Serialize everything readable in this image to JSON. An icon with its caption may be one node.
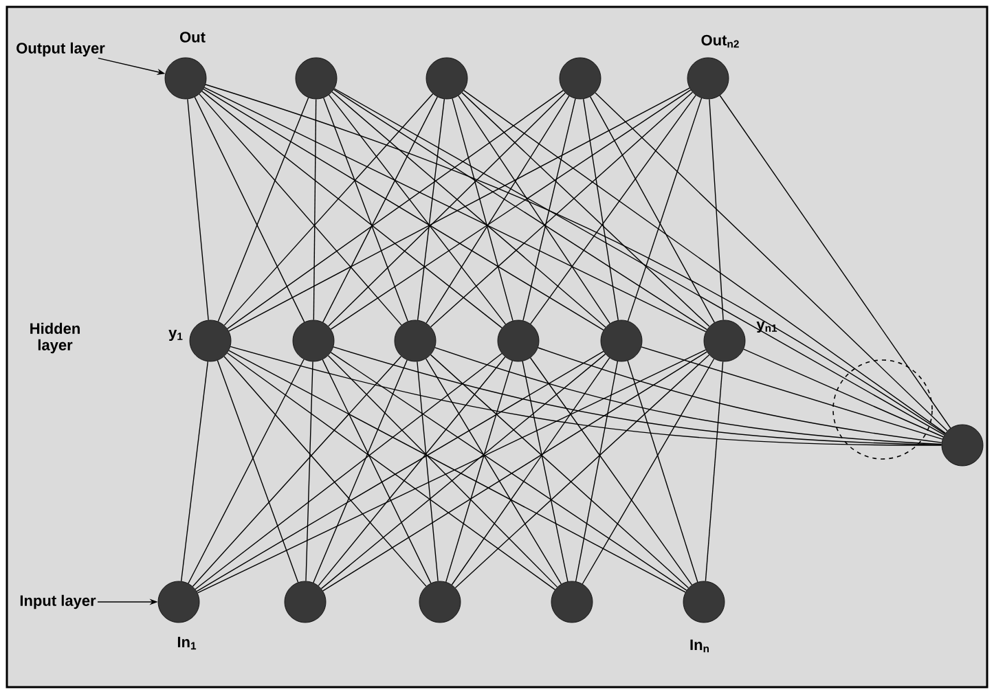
{
  "diagram": {
    "nodes": [
      {
        "text": [
          "Output layer"
        ]
      },
      {
        "text": [],
        "shape": "circle",
        "beside": [
          "Out"
        ]
      },
      {
        "text": [],
        "shape": "circle"
      },
      {
        "text": [],
        "shape": "circle"
      },
      {
        "text": [],
        "shape": "circle"
      },
      {
        "text": [],
        "shape": "circle",
        "beside": [
          "Out$_{n2}$"
        ]
      },
      {
        "text": [],
        "shape": "circle",
        "beside": [
          "y$_{1}$"
        ]
      },
      {
        "text": [],
        "shape": "circle"
      },
      {
        "text": [],
        "shape": "circle"
      },
      {
        "text": [],
        "shape": "circle"
      },
      {
        "text": [],
        "shape": "circle"
      },
      {
        "text": [],
        "shape": "circle",
        "beside": [
          "y$_{n1}$"
        ]
      },
      {
        "text": [
          "Input layer"
        ]
      },
      {
        "text": [],
        "shape": "circle",
        "beside": [
          "In$_{1}$"
        ]
      },
      {
        "text": [],
        "shape": "circle"
      },
      {
        "text": [],
        "shape": "circle"
      },
      {
        "text": [],
        "shape": "circle"
      },
      {
        "text": [],
        "shape": "circle",
        "beside": [
          "In$_{n}$"
        ]
      },
      {
        "text": [],
        "shape": "circle"
      }
    ],
    "edges": [
      {
        "from": 0,
        "to": 1,
        "arrow": "to"
      },
      {
        "from": 12,
        "to": 13,
        "arrow": "to"
      },
      {
        "from": 13,
        "to": 6,
        "arrow": "none"
      },
      {
        "from": 13,
        "to": 7,
        "arrow": "none"
      },
      {
        "from": 13,
        "to": 8,
        "arrow": "none"
      },
      {
        "from": 13,
        "to": 9,
        "arrow": "none"
      },
      {
        "from": 13,
        "to": 10,
        "arrow": "none"
      },
      {
        "from": 13,
        "to": 11,
        "arrow": "none"
      },
      {
        "from": 14,
        "to": 6,
        "arrow": "none"
      },
      {
        "from": 14,
        "to": 7,
        "arrow": "none"
      },
      {
        "from": 14,
        "to": 8,
        "arrow": "none"
      },
      {
        "from": 14,
        "to": 9,
        "arrow": "none"
      },
      {
        "from": 14,
        "to": 10,
        "arrow": "none"
      },
      {
        "from": 14,
        "to": 11,
        "arrow": "none"
      },
      {
        "from": 15,
        "to": 6,
        "arrow": "none"
      },
      {
        "from": 15,
        "to": 7,
        "arrow": "none"
      },
      {
        "from": 15,
        "to": 8,
        "arrow": "none"
      },
      {
        "from": 15,
        "to": 9,
        "arrow": "none"
      },
      {
        "from": 15,
        "to": 10,
        "arrow": "none"
      },
      {
        "from": 15,
        "to": 11,
        "arrow": "none"
      },
      {
        "from": 16,
        "to": 6,
        "arrow": "none"
      },
      {
        "from": 16,
        "to": 7,
        "arrow": "none"
      },
      {
        "from": 16,
        "to": 8,
        "arrow": "none"
      },
      {
        "from": 16,
        "to": 9,
        "arrow": "none"
      },
      {
        "from": 16,
        "to": 10,
        "arrow": "none"
      },
      {
        "from": 16,
        "to": 11,
        "arrow": "none"
      },
      {
        "from": 17,
        "to": 6,
        "arrow": "none"
      },
      {
        "from": 17,
        "to": 7,
        "arrow": "none"
      },
      {
        "from": 17,
        "to": 8,
        "arrow": "none"
      },
      {
        "from": 17,
        "to": 9,
        "arrow": "none"
      },
      {
        "from": 17,
        "to": 10,
        "arrow": "none"
      },
      {
        "from": 17,
        "to": 11,
        "arrow": "none"
      },
      {
        "from": 6,
        "to": 1,
        "arrow": "none"
      },
      {
        "from": 6,
        "to": 2,
        "arrow": "none"
      },
      {
        "from": 6,
        "to": 3,
        "arrow": "none"
      },
      {
        "from": 6,
        "to": 4,
        "arrow": "none"
      },
      {
        "from": 6,
        "to": 5,
        "arrow": "none"
      },
      {
        "from": 7,
        "to": 1,
        "arrow": "none"
      },
      {
        "from": 7,
        "to": 2,
        "arrow": "none"
      },
      {
        "from": 7,
        "to": 3,
        "arrow": "none"
      },
      {
        "from": 7,
        "to": 4,
        "arrow": "none"
      },
      {
        "from": 7,
        "to": 5,
        "arrow": "none"
      },
      {
        "from": 8,
        "to": 1,
        "arrow": "none"
      },
      {
        "from": 8,
        "to": 2,
        "arrow": "none"
      },
      {
        "from": 8,
        "to": 3,
        "arrow": "none"
      },
      {
        "from": 8,
        "to": 4,
        "arrow": "none"
      },
      {
        "from": 8,
        "to": 5,
        "arrow": "none"
      },
      {
        "from": 9,
        "to": 1,
        "arrow": "none"
      },
      {
        "from": 9,
        "to": 2,
        "arrow": "none"
      },
      {
        "from": 9,
        "to": 3,
        "arrow": "none"
      },
      {
        "from": 9,
        "to": 4,
        "arrow": "none"
      },
      {
        "from": 9,
        "to": 5,
        "arrow": "none"
      },
      {
        "from": 10,
        "to": 1,
        "arrow": "none"
      },
      {
        "from": 10,
        "to": 2,
        "arrow": "none"
      },
      {
        "from": 10,
        "to": 3,
        "arrow": "none"
      },
      {
        "from": 10,
        "to": 4,
        "arrow": "none"
      },
      {
        "from": 10,
        "to": 5,
        "arrow": "none"
      },
      {
        "from": 11,
        "to": 1,
        "arrow": "none"
      },
      {
        "from": 11,
        "to": 2,
        "arrow": "none"
      },
      {
        "from": 11,
        "to": 3,
        "arrow": "none"
      },
      {
        "from": 11,
        "to": 4,
        "arrow": "none"
      },
      {
        "from": 11,
        "to": 5,
        "arrow": "none"
      },
      {
        "from": 18,
        "to": 6,
        "arrow": "none"
      },
      {
        "from": 18,
        "to": 7,
        "arrow": "none"
      },
      {
        "from": 18,
        "to": 8,
        "arrow": "none"
      },
      {
        "from": 18,
        "to": 9,
        "arrow": "none"
      },
      {
        "from": 18,
        "to": 10,
        "arrow": "none"
      },
      {
        "from": 18,
        "to": 11,
        "arrow": "none"
      },
      {
        "from": 18,
        "to": 1,
        "arrow": "none"
      },
      {
        "from": 18,
        "to": 2,
        "arrow": "none"
      },
      {
        "from": 18,
        "to": 3,
        "arrow": "none"
      },
      {
        "from": 18,
        "to": 4,
        "arrow": "none"
      },
      {
        "from": 18,
        "to": 5,
        "arrow": "none"
      }
    ],
    "labels": [
      "Hidden layer"
    ]
  }
}
